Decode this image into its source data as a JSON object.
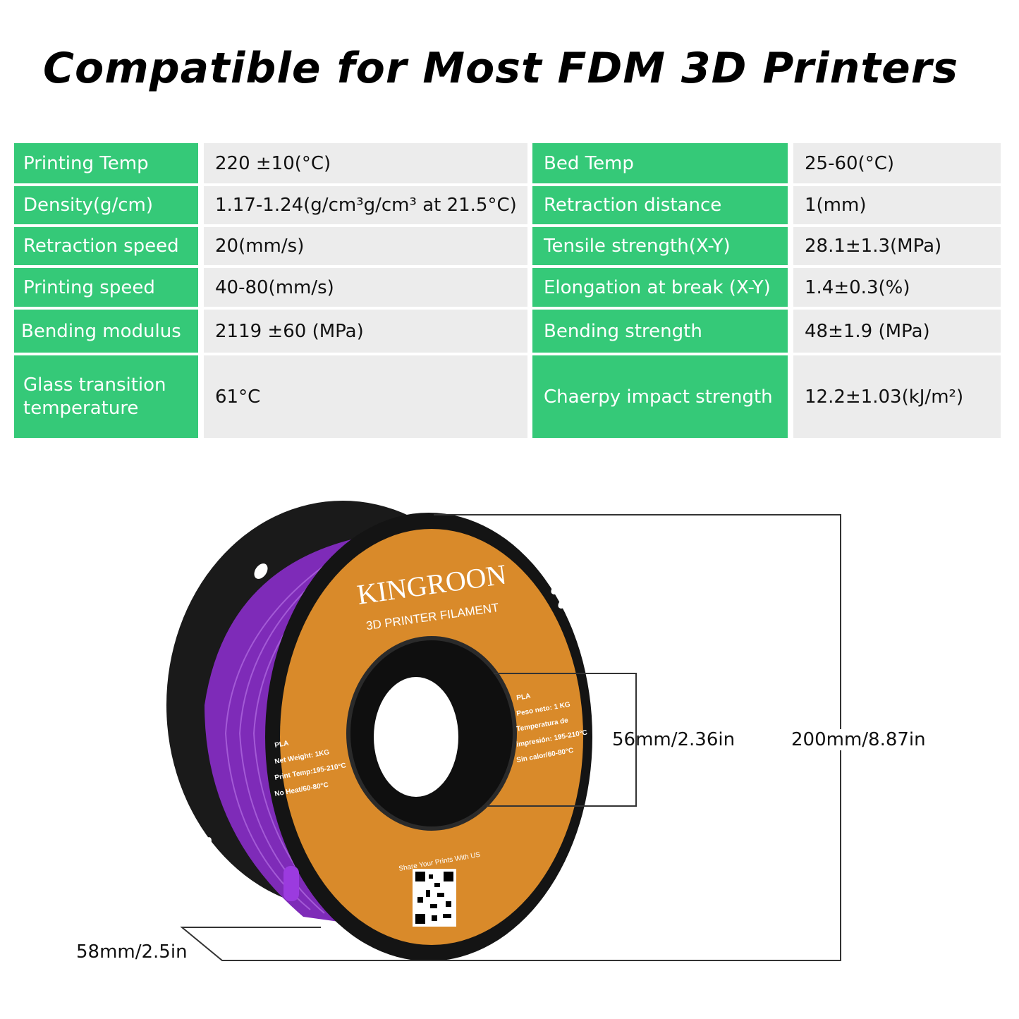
{
  "title": "Compatible for Most FDM 3D Printers",
  "colors": {
    "label_bg": "#35c978",
    "value_bg": "#ececec",
    "spool_rim": "#151515",
    "spool_label": "#d98a2a",
    "filament": "#7e2bb8"
  },
  "specs": [
    {
      "label": "Printing Temp",
      "value": "220 ±10(°C)"
    },
    {
      "label": "Bed Temp",
      "value": "25-60(°C)"
    },
    {
      "label": "Density(g/cm)",
      "value": "1.17-1.24(g/cm³g/cm³ at 21.5°C)"
    },
    {
      "label": "Retraction distance",
      "value": "1(mm)"
    },
    {
      "label": "Retraction speed",
      "value": "20(mm/s)"
    },
    {
      "label": "Tensile strength(X-Y)",
      "value": "28.1±1.3(MPa)"
    },
    {
      "label": "Printing speed",
      "value": "40-80(mm/s)"
    },
    {
      "label": "Elongation at break (X-Y)",
      "value": "1.4±0.3(%)"
    },
    {
      "label": "Bending modulus",
      "value": "2119 ±60 (MPa)"
    },
    {
      "label": "Bending strength",
      "value": "48±1.9 (MPa)"
    },
    {
      "label": "Glass transition temperature",
      "value": "61°C"
    },
    {
      "label": "Chaerpy impact strength",
      "value": "12.2±1.03(kJ/m²)"
    }
  ],
  "spool": {
    "brand": "KINGROON",
    "subtitle": "3D PRINTER FILAMENT",
    "left_lines": [
      "PLA",
      "Net Weight: 1KG",
      "Print Temp:195-210°C",
      "No Heat/60-80°C"
    ],
    "right_lines": [
      "PLA",
      "Peso neto: 1 KG",
      "Temperatura de",
      "impresión: 195-210°C",
      "Sin calor/60-80°C"
    ],
    "share": "Share Your Prints With US",
    "qr_icon": "qr-code-icon"
  },
  "dimensions": {
    "hub": "56mm/2.36in",
    "diameter": "200mm/8.87in",
    "width": "58mm/2.5in"
  }
}
